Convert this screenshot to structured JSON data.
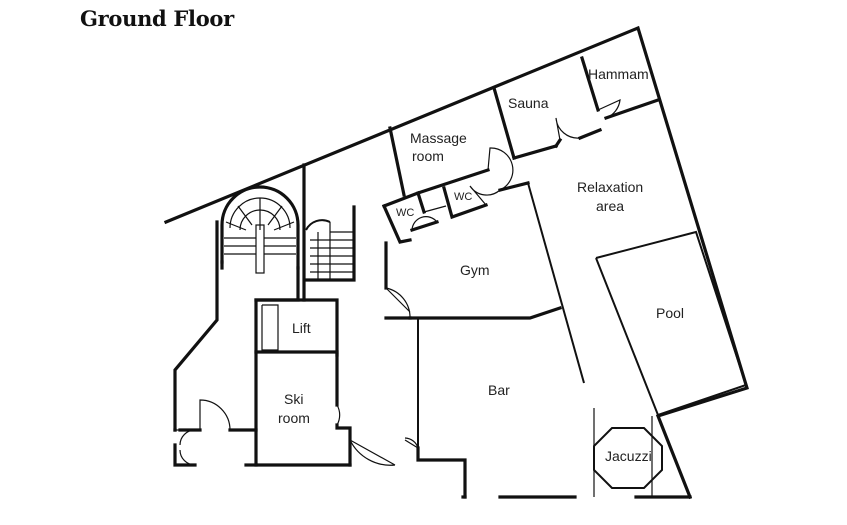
{
  "title": "Ground Floor",
  "rooms": {
    "hammam": "Hammam",
    "sauna": "Sauna",
    "massage_line1": "Massage",
    "massage_line2": "room",
    "wc1": "WC",
    "wc2": "WC",
    "relax_line1": "Relaxation",
    "relax_line2": "area",
    "gym": "Gym",
    "pool": "Pool",
    "lift": "Lift",
    "ski_line1": "Ski",
    "ski_line2": "room",
    "bar": "Bar",
    "jacuzzi": "Jacuzzi"
  }
}
